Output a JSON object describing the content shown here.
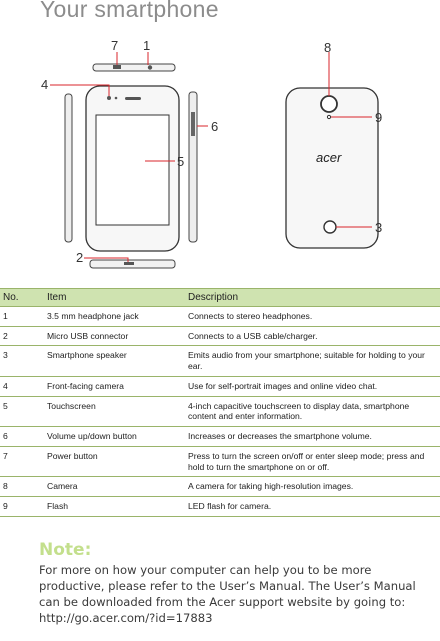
{
  "page_title": "Your smartphone",
  "callouts": {
    "power": "1",
    "usb": "2",
    "speaker": "3",
    "front_camera": "4",
    "touchscreen": "5",
    "volume": "6",
    "headphone": "7",
    "camera": "8",
    "flash": "9"
  },
  "logo_text": "acer",
  "table": {
    "headers": {
      "no": "No.",
      "item": "Item",
      "description": "Description"
    },
    "rows": [
      {
        "no": "1",
        "item": "3.5 mm headphone jack",
        "description": "Connects to stereo headphones."
      },
      {
        "no": "2",
        "item": "Micro USB connector",
        "description": "Connects to a USB cable/charger."
      },
      {
        "no": "3",
        "item": "Smartphone speaker",
        "description": "Emits audio from your smartphone; suitable for holding to your ear."
      },
      {
        "no": "4",
        "item": "Front-facing camera",
        "description": "Use for self-portrait images and online video chat."
      },
      {
        "no": "5",
        "item": "Touchscreen",
        "description": "4-inch capacitive touchscreen to display data, smartphone content and enter information."
      },
      {
        "no": "6",
        "item": "Volume up/down button",
        "description": "Increases or decreases the smartphone volume."
      },
      {
        "no": "7",
        "item": "Power button",
        "description": "Press to turn the screen on/off or enter sleep mode; press and hold to turn the smartphone on or off."
      },
      {
        "no": "8",
        "item": "Camera",
        "description": "A camera for taking high-resolution images."
      },
      {
        "no": "9",
        "item": "Flash",
        "description": "LED flash for camera."
      }
    ]
  },
  "note": {
    "heading": "Note:",
    "body": "For more on how your computer can help you to be more productive, please refer to the User’s Manual. The User’s Manual can be downloaded from the Acer support website by going to: http://go.acer.com/?id=17883"
  },
  "colors": {
    "table_header_bg": "#cfe3b0",
    "table_rule": "#9ab46a",
    "note_heading": "#c3df8c",
    "callout_line": "#d9262b"
  }
}
